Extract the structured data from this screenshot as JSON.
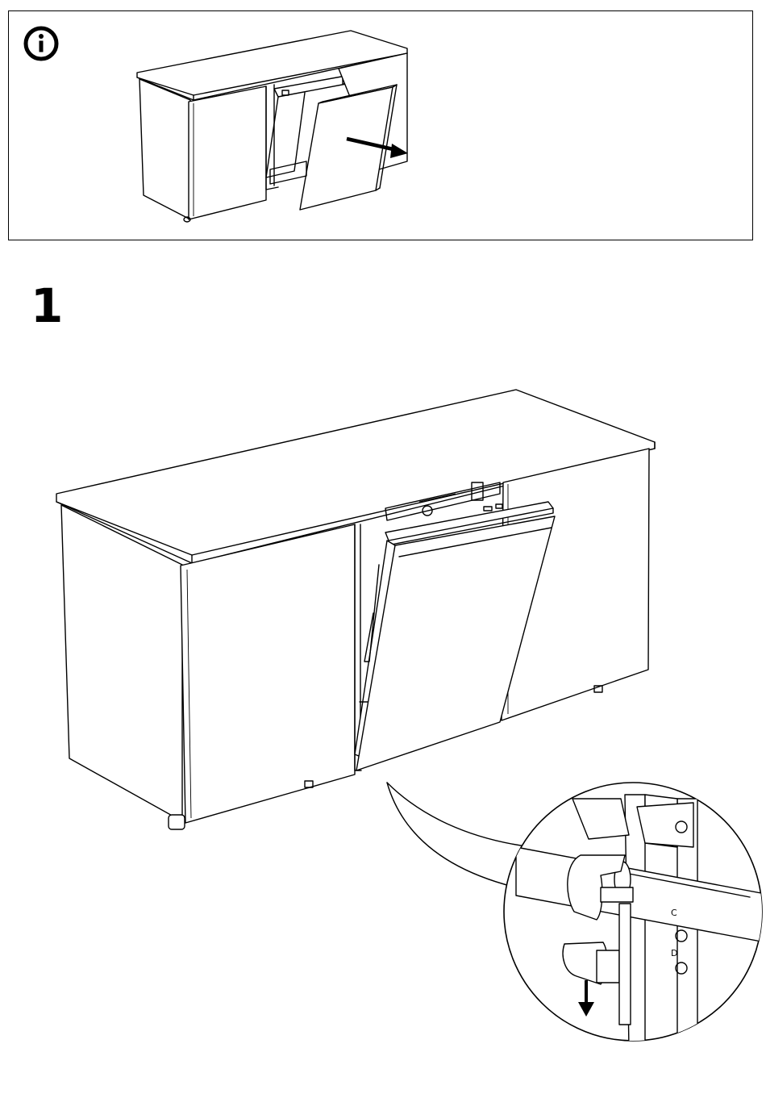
{
  "info_panel": {
    "icon": "info-icon"
  },
  "step": {
    "number": "1"
  },
  "illustrations": {
    "info": "cabinet-with-dishwasher-door-removed",
    "main": "cabinet-with-integrated-dishwasher-door",
    "detail": "hinge-clip-detail-magnified",
    "arrow_icon": "arrow-down-icon"
  }
}
